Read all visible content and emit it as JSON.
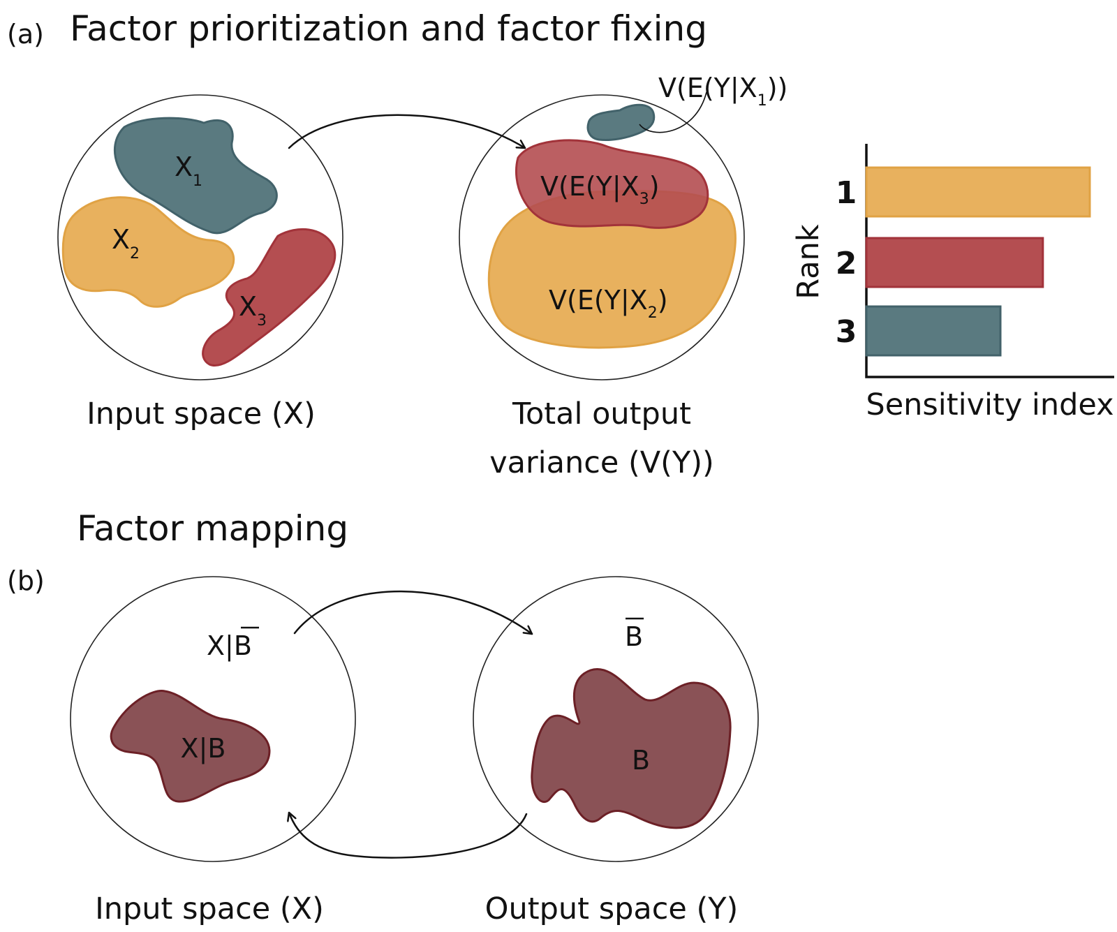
{
  "panel_a": {
    "label": "(a)",
    "title": "Factor prioritization and factor fixing",
    "input_caption": "Input space (X)",
    "output_caption_line1": "Total output",
    "output_caption_line2": "variance (V(Y))",
    "factors": [
      {
        "main": "X",
        "sub": "1",
        "color": "#5a7a80"
      },
      {
        "main": "X",
        "sub": "2",
        "color": "#e8b15e"
      },
      {
        "main": "X",
        "sub": "3",
        "color": "#b44e51"
      }
    ],
    "variance_labels": [
      {
        "main": "V(E(Y|X",
        "sub": "1",
        "tail": "))"
      },
      {
        "main": "V(E(Y|X",
        "sub": "3",
        "tail": ")"
      },
      {
        "main": "V(E(Y|X",
        "sub": "2",
        "tail": ")"
      }
    ],
    "ranking_chart": {
      "ylabel": "Rank",
      "xlabel": "Sensitivity index",
      "ranks": [
        "1",
        "2",
        "3"
      ]
    }
  },
  "panel_b": {
    "label": "(b)",
    "title": "Factor mapping",
    "input_caption": "Input space (X)",
    "output_caption": "Output space (Y)",
    "x_given_b": "X|B",
    "x_given_not_b_prefix": "X|",
    "not_b": "B",
    "b": "B"
  },
  "chart_data": {
    "type": "bar",
    "orientation": "horizontal",
    "categories": [
      "1",
      "2",
      "3"
    ],
    "values": [
      1.0,
      0.79,
      0.6
    ],
    "series_colors": [
      "#e8b15e",
      "#b44e51",
      "#5a7a80"
    ],
    "xlabel": "Sensitivity index",
    "ylabel": "Rank"
  },
  "colors": {
    "teal": "#5a7a80",
    "yellow": "#e8b15e",
    "red": "#b44e51",
    "maroon": "#8a5256"
  }
}
